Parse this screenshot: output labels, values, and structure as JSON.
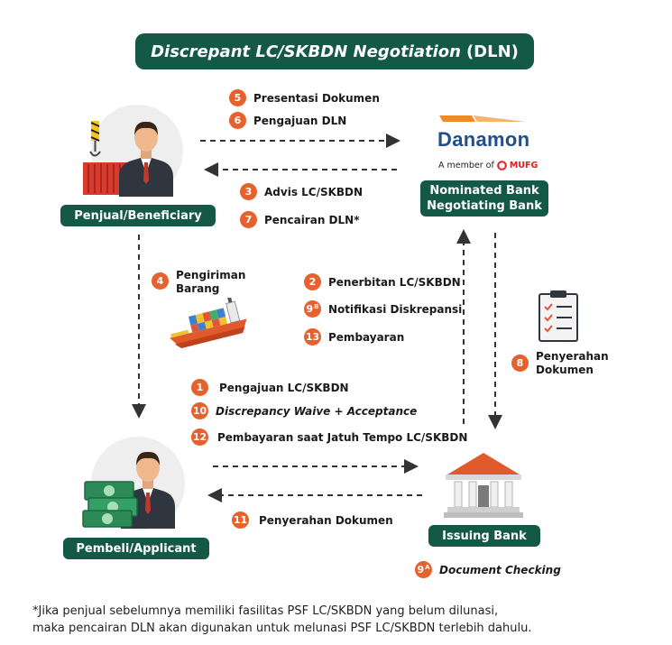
{
  "title": {
    "italic": "Discrepant LC/SKBDN Negotiation",
    "plain": "(DLN)"
  },
  "parties": {
    "seller": "Penjual/Beneficiary",
    "nominated_bank": [
      "Nominated Bank",
      "Negotiating Bank"
    ],
    "buyer": "Pembeli/Applicant",
    "issuing_bank": "Issuing Bank"
  },
  "danamon": {
    "name": "Danamon",
    "member_text": "A member of",
    "mufg": "MUFG"
  },
  "steps": {
    "s5": {
      "num": "5",
      "text": "Presentasi Dokumen"
    },
    "s6": {
      "num": "6",
      "text": "Pengajuan DLN"
    },
    "s3": {
      "num": "3",
      "text": "Advis LC/SKBDN"
    },
    "s7": {
      "num": "7",
      "text": "Pencairan DLN*"
    },
    "s4": {
      "num": "4",
      "text_line1": "Pengiriman",
      "text_line2": "Barang"
    },
    "s2": {
      "num": "2",
      "text": "Penerbitan LC/SKBDN"
    },
    "s9b": {
      "num": "9",
      "sup": "B",
      "text": "Notifikasi Diskrepansi"
    },
    "s13": {
      "num": "13",
      "text": "Pembayaran"
    },
    "s8": {
      "num": "8",
      "text_line1": "Penyerahan",
      "text_line2": "Dokumen"
    },
    "s1": {
      "num": "1",
      "text": "Pengajuan LC/SKBDN"
    },
    "s10": {
      "num": "10",
      "text": "Discrepancy Waive + Acceptance"
    },
    "s12": {
      "num": "12",
      "text": "Pembayaran saat Jatuh Tempo LC/SKBDN"
    },
    "s11": {
      "num": "11",
      "text": "Penyerahan Dokumen"
    },
    "s9a": {
      "num": "9",
      "sup": "A",
      "text": "Document Checking"
    }
  },
  "footnote": {
    "line1": "*Jika penjual sebelumnya memiliki fasilitas PSF LC/SKBDN yang belum dilunasi,",
    "line2": "maka pencairan DLN akan digunakan untuk melunasi PSF LC/SKBDN terlebih dahulu."
  },
  "colors": {
    "green": "#145846",
    "orange": "#e5612d",
    "danamon_blue": "#1f4f8e",
    "danamon_orange": "#f08a24"
  },
  "icons": [
    "businessman-icon",
    "cargo-container-icon",
    "cargo-ship-icon",
    "clipboard-checklist-icon",
    "cash-money-icon",
    "bank-building-icon"
  ]
}
